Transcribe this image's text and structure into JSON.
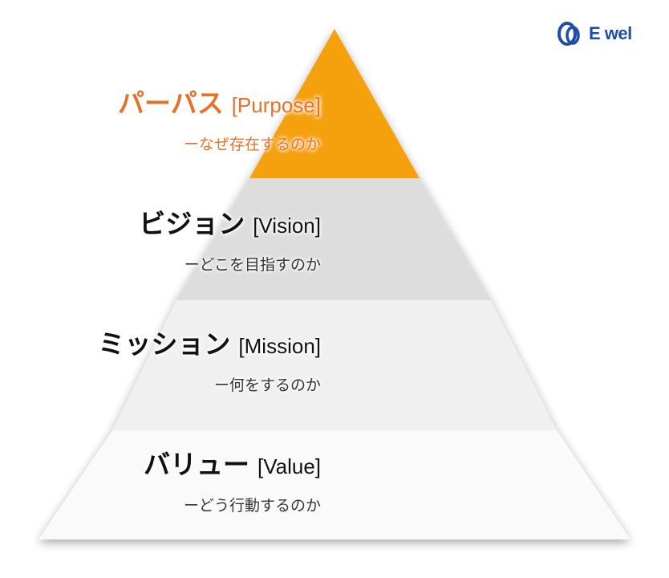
{
  "logo": {
    "icon": "ewel-logo-mark",
    "text": "E wel",
    "color": "#1e4ea8"
  },
  "levels": [
    {
      "title": "パーパス",
      "title_en": "[Purpose]",
      "subtitle": "ーなぜ存在するのか",
      "fill": "#f5a00a",
      "text_color": "#e6722a"
    },
    {
      "title": "ビジョン",
      "title_en": "[Vision]",
      "subtitle": "ーどこを目指すのか",
      "fill": "#dddddd",
      "text_color": "#111111"
    },
    {
      "title": "ミッション",
      "title_en": "[Mission]",
      "subtitle": "ー何をするのか",
      "fill": "#f0f0f0",
      "text_color": "#111111"
    },
    {
      "title": "バリュー",
      "title_en": "[Value]",
      "subtitle": "ーどう行動するのか",
      "fill": "#fafafa",
      "text_color": "#111111"
    }
  ]
}
